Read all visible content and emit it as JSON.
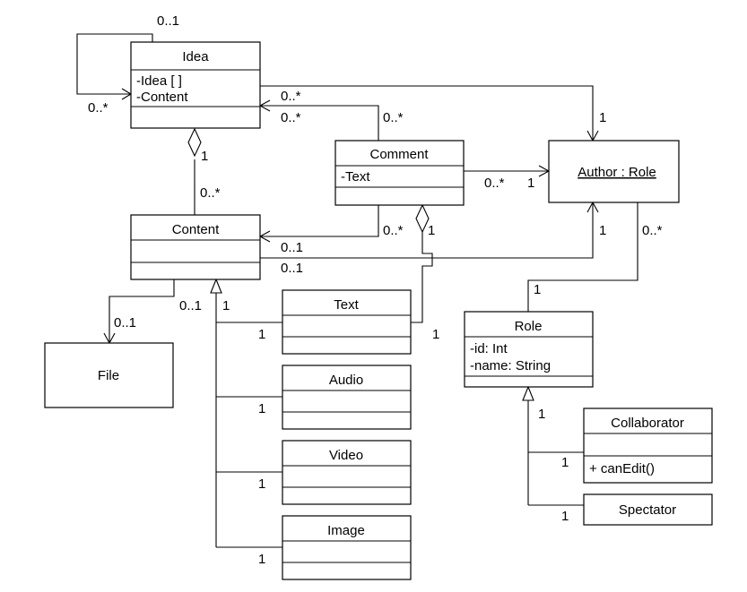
{
  "classes": {
    "idea": {
      "name": "Idea",
      "attributes": [
        "-Idea [ ]",
        "-Content"
      ]
    },
    "comment": {
      "name": "Comment",
      "attributes": [
        "-Text"
      ]
    },
    "author": {
      "name": "Author : Role"
    },
    "content": {
      "name": "Content"
    },
    "file": {
      "name": "File"
    },
    "text": {
      "name": "Text"
    },
    "audio": {
      "name": "Audio"
    },
    "video": {
      "name": "Video"
    },
    "image": {
      "name": "Image"
    },
    "role": {
      "name": "Role",
      "attributes": [
        "-id: Int",
        "-name: String"
      ]
    },
    "collaborator": {
      "name": "Collaborator",
      "operations": [
        "+ canEdit()"
      ]
    },
    "spectator": {
      "name": "Spectator"
    }
  },
  "multiplicities": {
    "idea_self_top": "0..1",
    "idea_self_bottom": "0..*",
    "idea_comment_upper": "0..*",
    "idea_comment_lower": "0..*",
    "comment_idea_end": "0..*",
    "idea_author_end": "1",
    "idea_content_diamond": "1",
    "idea_content_end": "0..*",
    "comment_author_start": "0..*",
    "comment_author_end": "1",
    "comment_content_start": "0..*",
    "comment_diamond": "1",
    "comment_text_end": "1",
    "content_comment_end": "0..1",
    "content_author_start": "0..1",
    "author_content_end": "1",
    "author_role_end": "0..*",
    "role_author_end": "1",
    "content_file_start": "0..1",
    "file_end": "0..1",
    "content_gen": "1",
    "text_gen": "1",
    "audio_gen": "1",
    "video_gen": "1",
    "image_gen": "1",
    "role_gen": "1",
    "collaborator_gen": "1",
    "spectator_gen": "1"
  }
}
